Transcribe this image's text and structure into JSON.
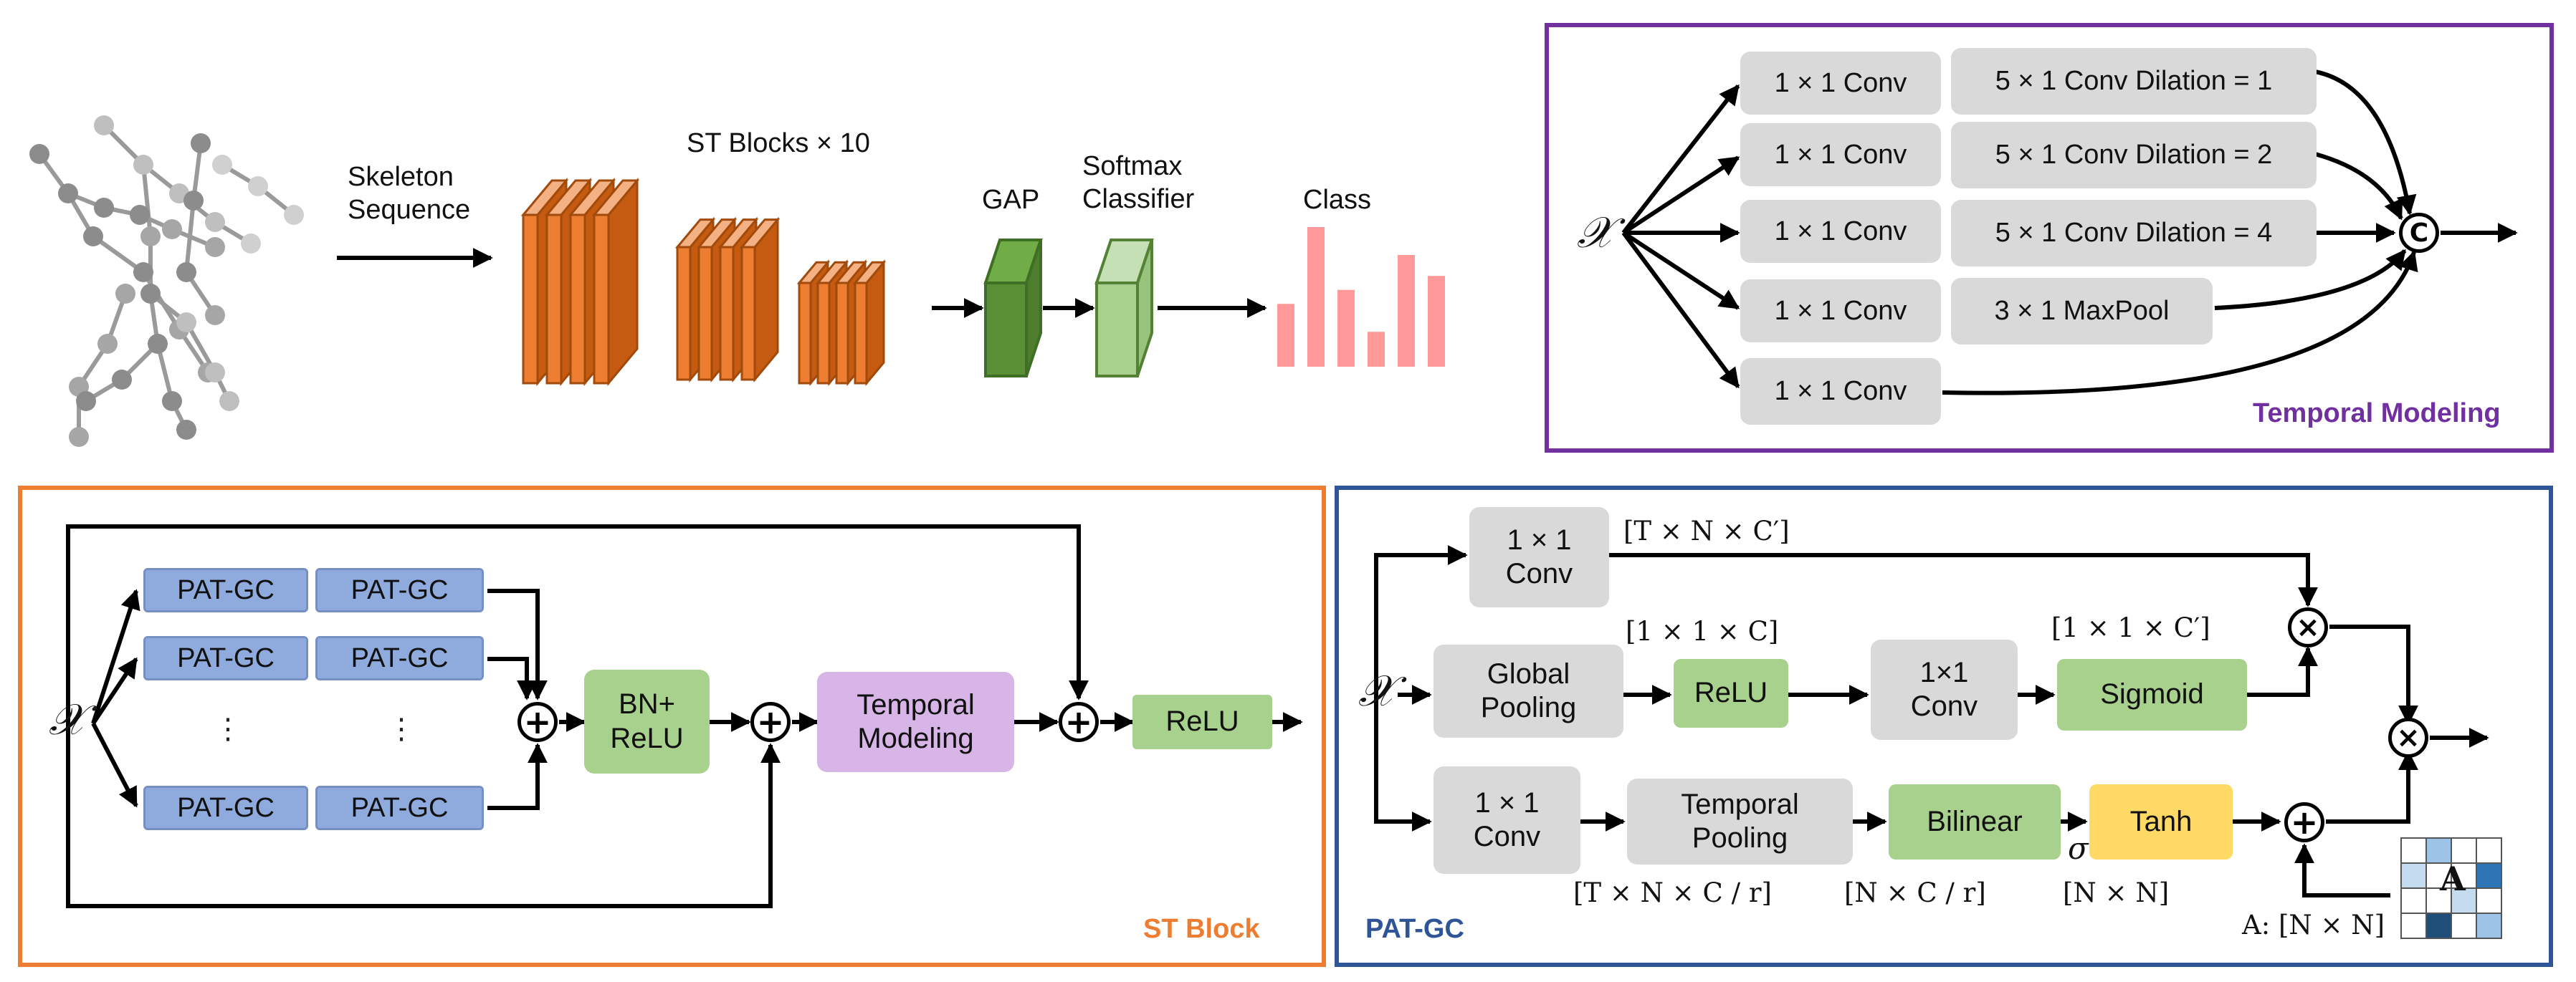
{
  "overview": {
    "input_label": "Skeleton\nSequence",
    "blocks_label": "ST Blocks × 10",
    "gap_label": "GAP",
    "classifier_label": "Softmax\nClassifier",
    "class_label": "Class",
    "class_bars": [
      0.45,
      1.0,
      0.55,
      0.25,
      0.8,
      0.65
    ],
    "colors": {
      "block": "#ed7d31",
      "gap": "#548235",
      "classifier": "#a9d18e",
      "bars": "#ff9999"
    }
  },
  "temporal": {
    "title": "Temporal Modeling",
    "input": "𝒳",
    "branches": [
      {
        "conv": "1 × 1 Conv",
        "op": "5 × 1 Conv Dilation = 1"
      },
      {
        "conv": "1 × 1 Conv",
        "op": "5 × 1 Conv Dilation = 2"
      },
      {
        "conv": "1 × 1 Conv",
        "op": "5 × 1 Conv Dilation = 4"
      },
      {
        "conv": "1 × 1 Conv",
        "op": "3 × 1 MaxPool"
      },
      {
        "conv": "1 × 1 Conv"
      }
    ],
    "concat_symbol": "C",
    "colors": {
      "frame": "#7030a0",
      "title": "#7030a0"
    }
  },
  "st_block": {
    "title": "ST Block",
    "input": "𝒳",
    "pat_label": "PAT-GC",
    "dots": "⋮",
    "bn_label": "BN+\nReLU",
    "temporal_label": "Temporal\nModeling",
    "relu_label": "ReLU",
    "colors": {
      "frame": "#ed7d31",
      "title": "#ed7d31"
    }
  },
  "pat_gc": {
    "title": "PAT-GC",
    "input": "𝒳",
    "conv_top": "1 × 1\nConv",
    "dim_top": "[T × N × C′]",
    "global_pool": "Global\nPooling",
    "dim_one_c": "[1 × 1 × C]",
    "relu": "ReLU",
    "conv_mid": "1×1\nConv",
    "dim_one_c_prime": "[1 × 1 × C′]",
    "sigmoid": "Sigmoid",
    "conv_bottom": "1 × 1\nConv",
    "dim_tnc": "[T × N × C / r]",
    "temporal_pool": "Temporal\nPooling",
    "dim_nc": "[N × C / r]",
    "bilinear": "Bilinear",
    "sigma": "σ",
    "tanh": "Tanh",
    "dim_nn": "[N × N]",
    "a_label": "A: [N × N]",
    "a_symbol": "A",
    "colors": {
      "frame": "#2f5597",
      "title": "#2f5597"
    }
  }
}
